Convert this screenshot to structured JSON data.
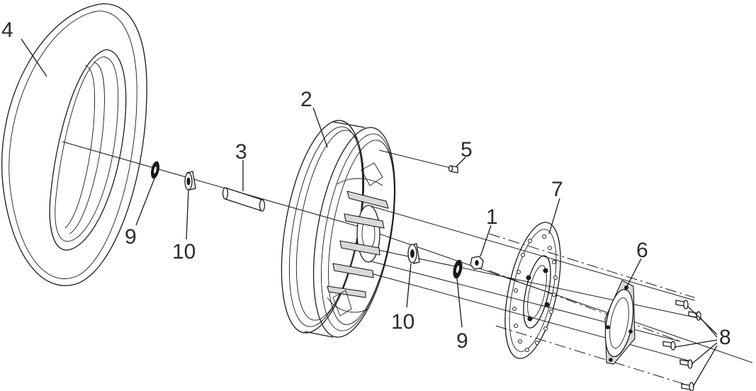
{
  "diagram": {
    "callouts": {
      "c1": "1",
      "c2": "2",
      "c3": "3",
      "c4": "4",
      "c5": "5",
      "c6": "6",
      "c7": "7",
      "c8": "8",
      "c9a": "9",
      "c9b": "9",
      "c10a": "10",
      "c10b": "10"
    }
  }
}
